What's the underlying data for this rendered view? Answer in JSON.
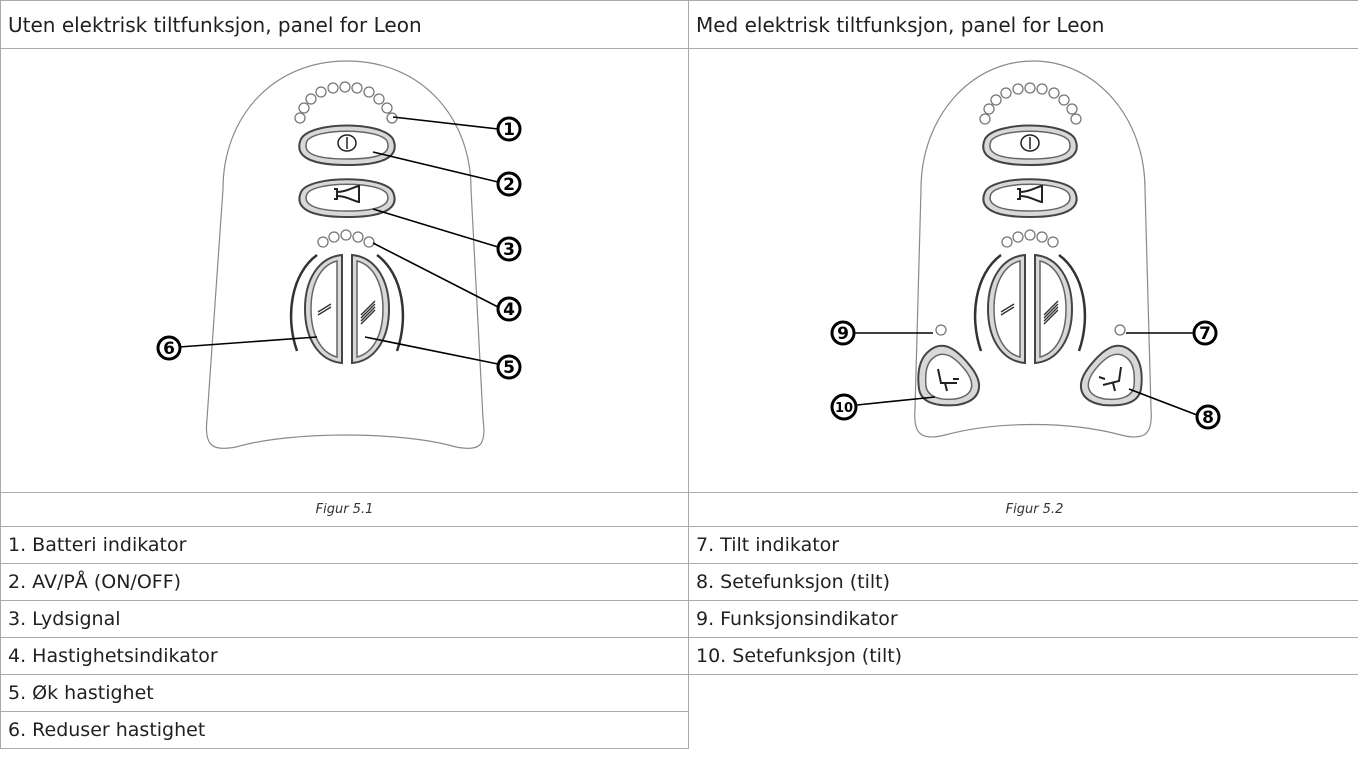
{
  "headers": {
    "left": "Uten elektrisk tiltfunksjon, panel for Leon",
    "right": "Med elektrisk tiltfunksjon, panel for Leon"
  },
  "captions": {
    "left": "Figur  5.1",
    "right": "Figur 5.2"
  },
  "figure_left_callouts": [
    "1",
    "2",
    "3",
    "4",
    "5",
    "6"
  ],
  "figure_right_callouts": [
    "7",
    "8",
    "9",
    "10"
  ],
  "legend_left": [
    "1. Batteri indikator",
    "2. AV/PÅ (ON/OFF)",
    "3. Lydsignal",
    "4. Hastighetsindikator",
    "5. Øk hastighet",
    "6. Reduser hastighet"
  ],
  "legend_right": [
    "7. Tilt indikator",
    "8. Setefunksjon (tilt)",
    "9. Funksjonsindikator",
    "10. Setefunksjon (tilt)"
  ],
  "icons": {
    "power": "power-icon",
    "horn": "horn-icon",
    "speed_down": "speed-down-icon",
    "speed_up": "speed-up-icon",
    "tilt_back": "seat-tilt-back-icon",
    "tilt_forward": "seat-tilt-forward-icon"
  }
}
